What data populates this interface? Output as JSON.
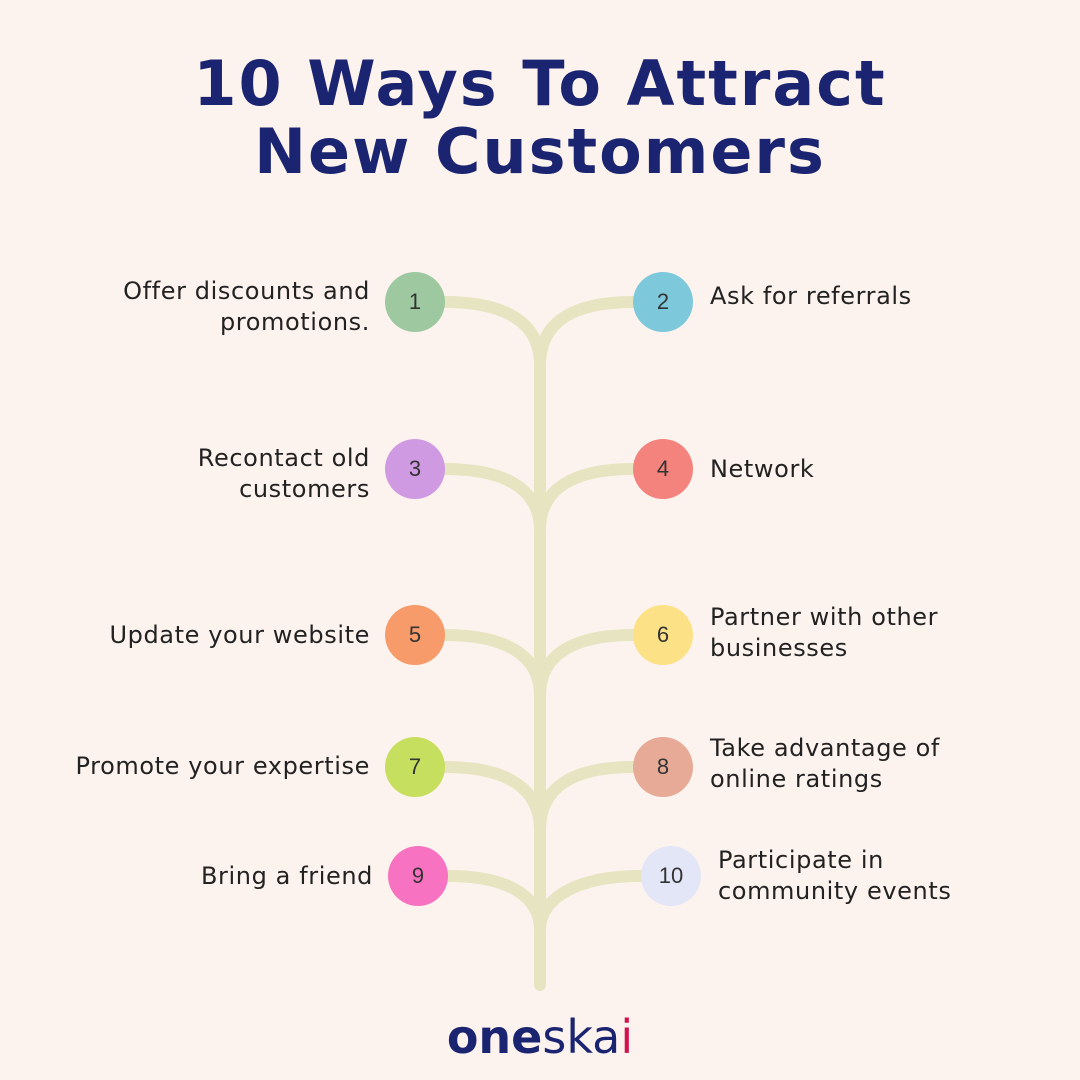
{
  "title": {
    "line1": "10 Ways To Attract",
    "line2": "New Customers"
  },
  "colors": {
    "title": "#1b2470",
    "background": "#fdf3ee",
    "branch": "#e7e4c1"
  },
  "items": [
    {
      "num": "1",
      "color": "#9dc8a0",
      "line1": "Offer discounts and",
      "line2": "promotions."
    },
    {
      "num": "2",
      "color": "#7ec8dc",
      "line1": "Ask for referrals",
      "line2": ""
    },
    {
      "num": "3",
      "color": "#cf9ae2",
      "line1": "Recontact old",
      "line2": "customers"
    },
    {
      "num": "4",
      "color": "#f4827d",
      "line1": "Network",
      "line2": ""
    },
    {
      "num": "5",
      "color": "#f79b6a",
      "line1": "Update your website",
      "line2": ""
    },
    {
      "num": "6",
      "color": "#fce187",
      "line1": "Partner with other",
      "line2": "businesses"
    },
    {
      "num": "7",
      "color": "#c7df5e",
      "line1": "Promote your expertise",
      "line2": ""
    },
    {
      "num": "8",
      "color": "#e6aa97",
      "line1": "Take advantage of",
      "line2": "online ratings"
    },
    {
      "num": "9",
      "color": "#f772c1",
      "line1": "Bring a friend",
      "line2": ""
    },
    {
      "num": "10",
      "color": "#e3e6f7",
      "line1": "Participate in",
      "line2": "community events"
    }
  ],
  "logo": {
    "part1": "one",
    "part2": "ska",
    "part3": "i"
  }
}
